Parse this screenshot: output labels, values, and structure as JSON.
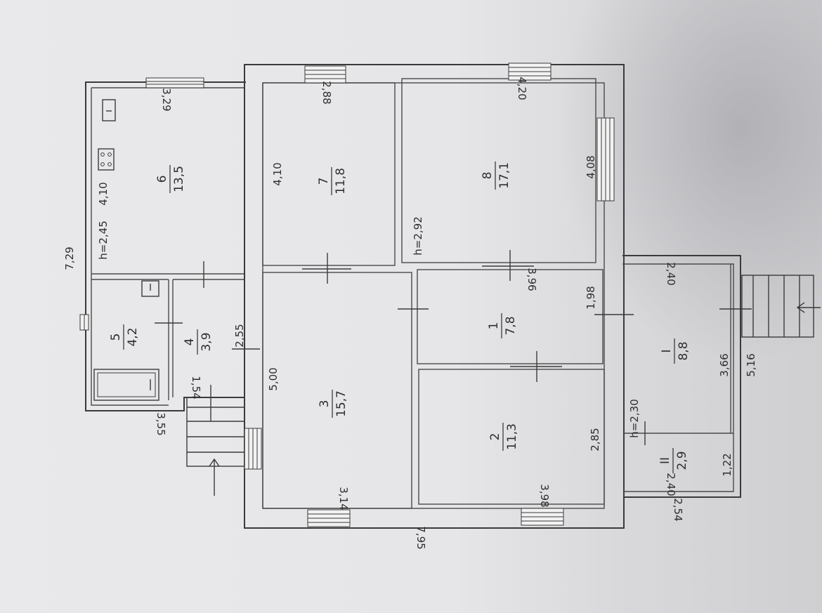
{
  "rooms": [
    {
      "id": "6",
      "num": "6",
      "area": "13,5"
    },
    {
      "id": "7",
      "num": "7",
      "area": "11,8"
    },
    {
      "id": "8",
      "num": "8",
      "area": "17,1"
    },
    {
      "id": "5",
      "num": "5",
      "area": "4,2"
    },
    {
      "id": "4",
      "num": "4",
      "area": "3,9"
    },
    {
      "id": "3",
      "num": "3",
      "area": "15,7"
    },
    {
      "id": "1",
      "num": "1",
      "area": "7,8"
    },
    {
      "id": "2",
      "num": "2",
      "area": "11,3"
    },
    {
      "id": "I",
      "num": "I",
      "area": "8,8"
    },
    {
      "id": "II",
      "num": "II",
      "area": "2,9"
    }
  ],
  "dimensions": {
    "d729": "7,29",
    "d329": "3,29",
    "h245": "h=2,45",
    "d410a": "4,10",
    "d410b": "4,10",
    "d288": "2,88",
    "d420": "4,20",
    "d408": "4,08",
    "h292": "h=2,92",
    "d396": "3,96",
    "d198": "1,98",
    "d255": "2,55",
    "d500": "5,00",
    "d154": "1,54",
    "d355": "3,55",
    "d314": "3,14",
    "d398": "3,98",
    "d285": "2,85",
    "d795": "7,95",
    "d240a": "2,40",
    "d366": "3,66",
    "d516": "5,16",
    "h230": "h=2,30",
    "d240b": "2,40",
    "d122": "1,22",
    "d254": "2,54"
  }
}
